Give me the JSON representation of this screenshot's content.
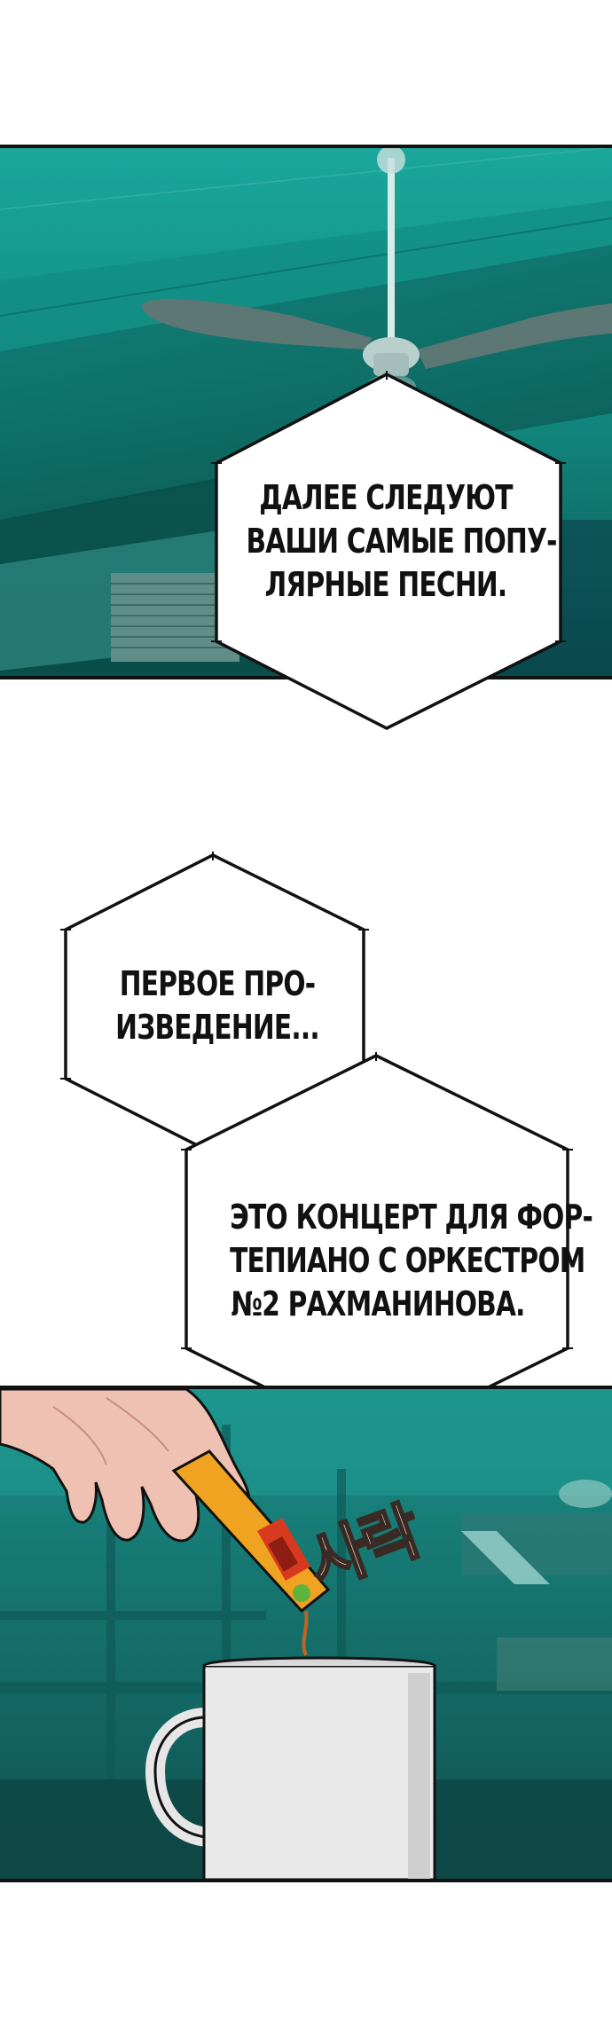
{
  "colors": {
    "page_background": "#ffffff",
    "panel_teal": "#19a69a",
    "panel_teal_dark": "#0b4f4c",
    "bubble_fill": "#ffffff",
    "bubble_stroke": "#111111",
    "text": "#111111"
  },
  "panel_top": {
    "scene": "ceiling-fan"
  },
  "bubble1": {
    "lines": [
      "ДАЛЕЕ СЛЕДУЮТ",
      "ВАШИ САМЫЕ ПОПУ-",
      "ЛЯРНЫЕ ПЕСНИ."
    ]
  },
  "bubble2": {
    "lines": [
      "ПЕРВОЕ ПРО-",
      "ИЗВЕДЕНИЕ..."
    ]
  },
  "bubble3": {
    "lines": [
      "ЭТО КОНЦЕРТ ДЛЯ ФОР-",
      "ТЕПИАНО С ОРКЕСТРОМ",
      "№2 РАХМАНИНОВА."
    ]
  },
  "panel_bottom": {
    "scene": "hand-pouring-coffee-stick-into-mug",
    "sound_effect": "사락"
  }
}
